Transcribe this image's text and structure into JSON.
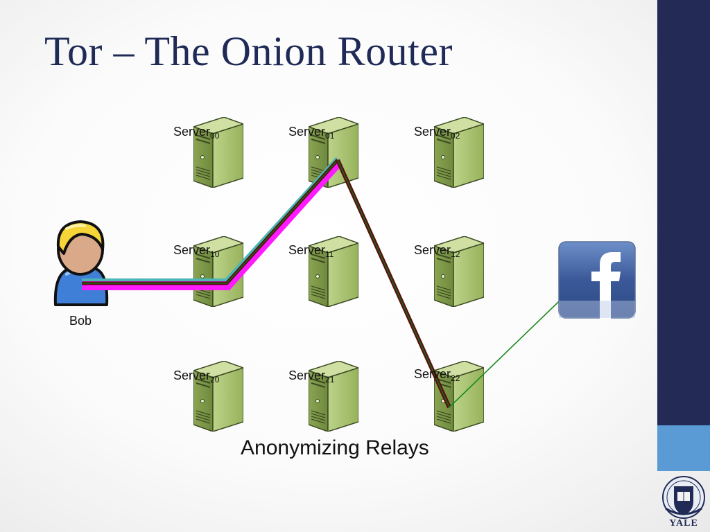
{
  "title": "Tor – The Onion Router",
  "servers": [
    {
      "name": "Server",
      "sub": "00"
    },
    {
      "name": "Server",
      "sub": "01"
    },
    {
      "name": "Server",
      "sub": "02"
    },
    {
      "name": "Server",
      "sub": "10"
    },
    {
      "name": "Server",
      "sub": "11"
    },
    {
      "name": "Server",
      "sub": "12"
    },
    {
      "name": "Server",
      "sub": "20"
    },
    {
      "name": "Server",
      "sub": "21"
    },
    {
      "name": "Server",
      "sub": "22"
    }
  ],
  "user_label": "Bob",
  "caption": "Anonymizing Relays",
  "destination_icon": "facebook-logo",
  "logo_text": "YALE",
  "colors": {
    "title": "#1f2a56",
    "sidebar_dark": "#222a55",
    "sidebar_light": "#5b9bd5",
    "server_body": "#a4bd6e",
    "path_outer": "#ff00ff",
    "path_inner": "#4ab6b6",
    "path_dark": "#5a0f0f",
    "path_green": "#1a6b1a",
    "exit_arrow": "#1a8a1a",
    "facebook": "#3b5998"
  }
}
